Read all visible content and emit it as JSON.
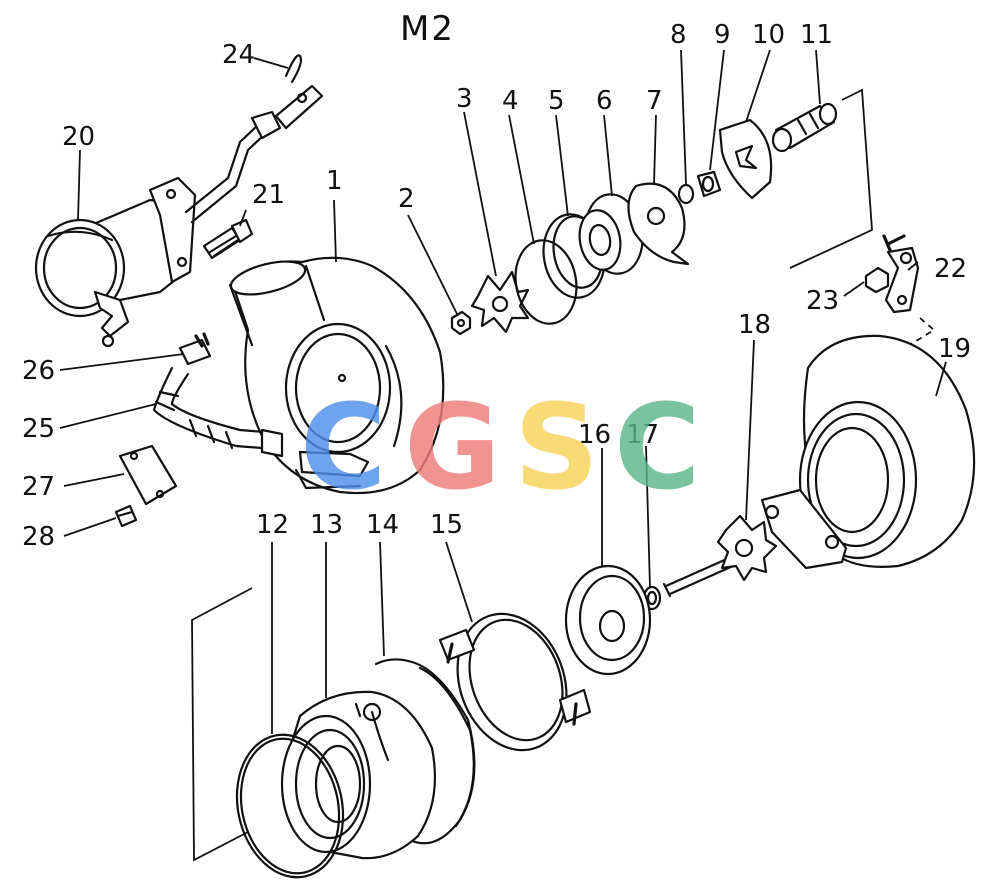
{
  "diagram": {
    "title": "M2",
    "part_numbers": [
      "1",
      "2",
      "3",
      "4",
      "5",
      "6",
      "7",
      "8",
      "9",
      "10",
      "11",
      "12",
      "13",
      "14",
      "15",
      "16",
      "17",
      "18",
      "19",
      "20",
      "21",
      "22",
      "23",
      "24",
      "25",
      "26",
      "27",
      "28"
    ],
    "watermark": {
      "letters": [
        "C",
        "G",
        "S",
        "C"
      ],
      "colors": [
        "#4f8fea",
        "#ec7d7a",
        "#f7d25a",
        "#5cb88a"
      ]
    }
  }
}
